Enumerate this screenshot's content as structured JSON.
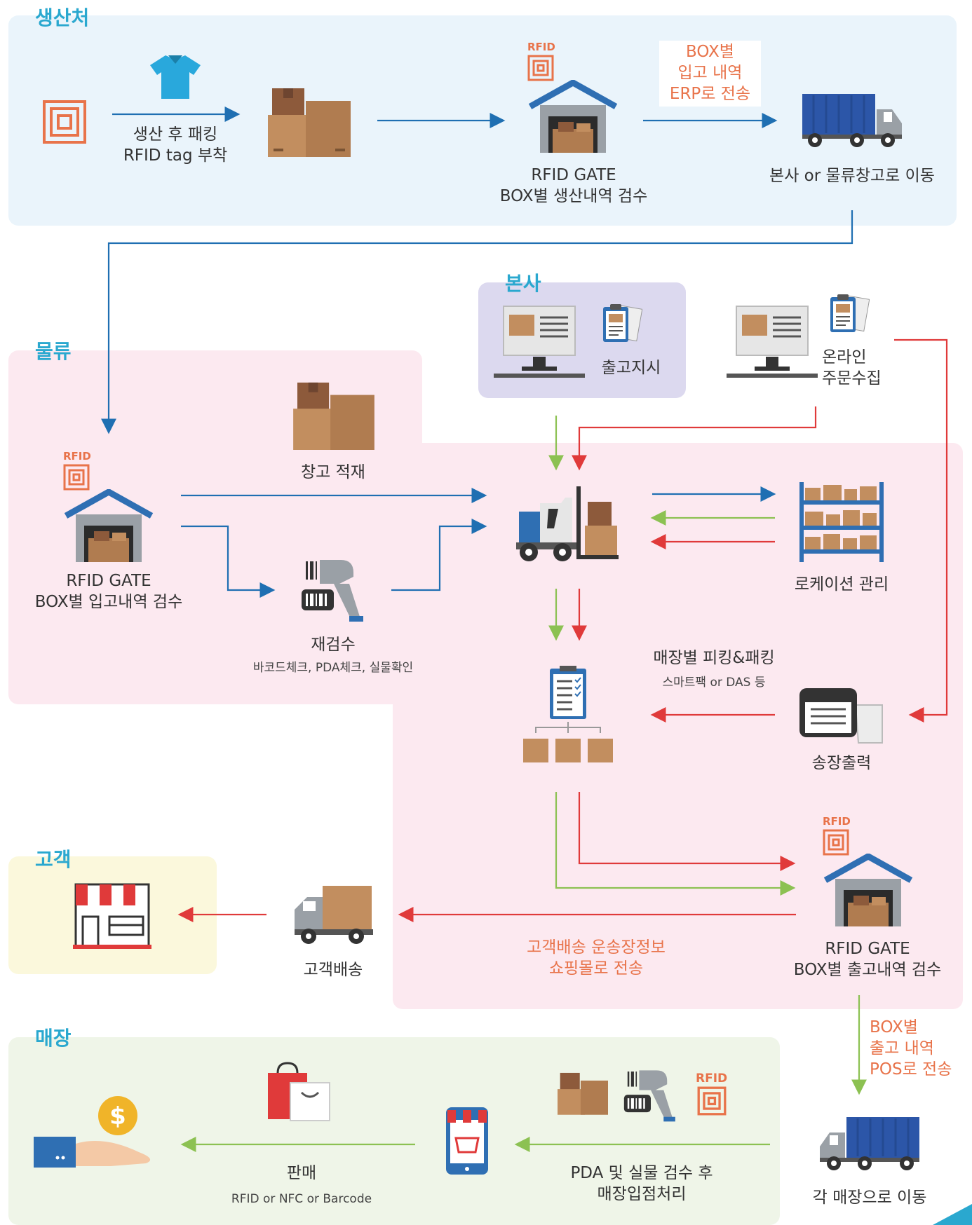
{
  "zones": {
    "producer": "생산처",
    "hq": "본사",
    "logistics": "물류",
    "customer": "고객",
    "store": "매장"
  },
  "labels": {
    "pack_tag": "생산 후 패킹",
    "pack_tag2": "RFID tag 부착",
    "gate_prod_1": "RFID GATE",
    "gate_prod_2": "BOX별 생산내역 검수",
    "erp_1": "BOX별",
    "erp_2": "입고 내역",
    "erp_3": "ERP로 전송",
    "move_hq": "본사 or 물류창고로 이동",
    "ship_order": "출고지시",
    "online_1": "온라인",
    "online_2": "주문수집",
    "stacking": "창고 적재",
    "gate_in_1": "RFID GATE",
    "gate_in_2": "BOX별 입고내역 검수",
    "recheck": "재검수",
    "recheck_sub": "바코드체크, PDA체크, 실물확인",
    "location": "로케이션 관리",
    "picking": "매장별 피킹&패킹",
    "picking_sub": "스마트팩 or DAS 등",
    "invoice": "송장출력",
    "gate_out_1": "RFID GATE",
    "gate_out_2": "BOX별 출고내역 검수",
    "cust_delivery": "고객배송",
    "mall_1": "고객배송 운송장정보",
    "mall_2": "쇼핑몰로 전송",
    "pos_1": "BOX별",
    "pos_2": "출고 내역",
    "pos_3": "POS로 전송",
    "to_stores": "각 매장으로 이동",
    "store_in_1": "PDA 및 실물 검수 후",
    "store_in_2": "매장입점처리",
    "sale": "판매",
    "sale_sub": "RFID or NFC or Barcode",
    "rfid": "RFID"
  },
  "colors": {
    "blue_arrow": "#1f6fb2",
    "red_arrow": "#e03a3a",
    "green_arrow": "#8cc152",
    "producer_bg": "#eaf4fb",
    "hq_bg": "#dcd9ef",
    "logistics_bg": "#fce9f0",
    "customer_bg": "#fbf8dc",
    "store_bg": "#eff5e8"
  }
}
